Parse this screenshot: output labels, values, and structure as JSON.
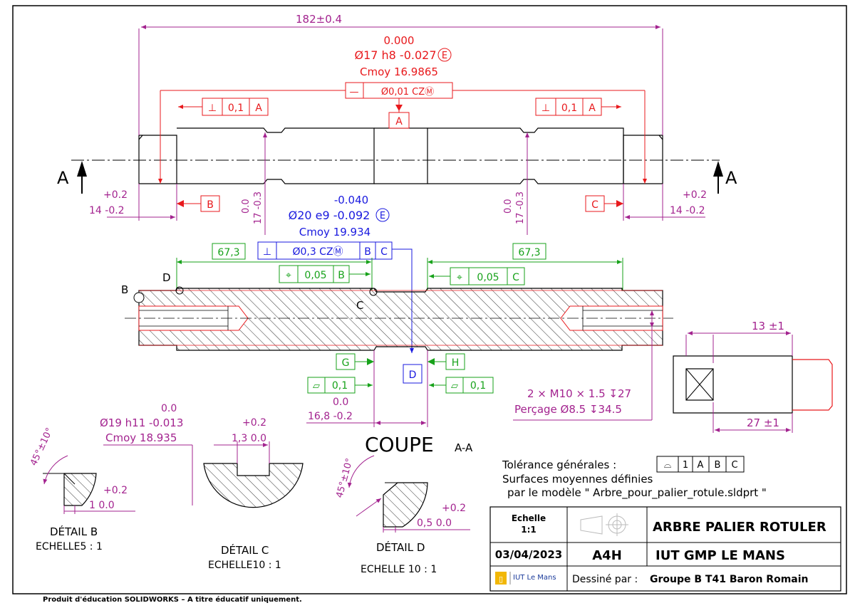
{
  "colors": {
    "red": "#e8191c",
    "magenta": "#a3238f",
    "blue": "#1a1adf",
    "green": "#17a21a",
    "black": "#000000",
    "hatch": "#333333"
  },
  "dims": {
    "overall_length": "182±0.4",
    "d17_upper": "0.000",
    "d17_main": "Ø17 h8 -0.027",
    "d17_envelope": "E",
    "d17_cmoy": "Cmoy 16.9865",
    "left_end_upper": "+0.2",
    "left_end_main": "14 -0.2",
    "right_end_upper": "+0.2",
    "right_end_main": "14 -0.2",
    "groove_left_upper": "0.0",
    "groove_left_main": "17 -0.3",
    "groove_right_upper": "0.0",
    "groove_right_main": "17 -0.3",
    "d20_upper": "-0.040",
    "d20_main": "Ø20 e9 -0.092",
    "d20_envelope": "E",
    "d20_cmoy": "Cmoy 19.934",
    "left_67": "67,3",
    "right_67": "67,3",
    "center_upper": "0.0",
    "center_main": "16,8 -0.2",
    "thread_line1": "2 × M10 × 1.5 ↧27",
    "thread_line2": "Perçage Ø8.5 ↧34.5",
    "side_top": "13 ±1",
    "side_bottom": "27 ±1"
  },
  "fcf": {
    "top_center": [
      "—",
      "Ø0,01 CZⓂ"
    ],
    "top_left": [
      "⊥",
      "0,1",
      "A"
    ],
    "top_right": [
      "⊥",
      "0,1",
      "A"
    ],
    "mid_blue": [
      "⊥",
      "Ø0,3 CZⓂ",
      "B",
      "C"
    ],
    "pos_left": [
      "⌖",
      "0,05",
      "B"
    ],
    "pos_right": [
      "⌖",
      "0,05",
      "C"
    ],
    "flat_left": [
      "▱",
      "0,1"
    ],
    "flat_right": [
      "▱",
      "0,1"
    ],
    "general": [
      "⌓",
      "1",
      "A",
      "B",
      "C"
    ]
  },
  "datums": {
    "A": "A",
    "B": "B",
    "C": "C",
    "D": "D",
    "G": "G",
    "H": "H"
  },
  "section": {
    "arrow_left": "A",
    "arrow_right": "A",
    "title": "COUPE",
    "suffix": "A-A",
    "circle_b": "B",
    "circle_c": "C",
    "circle_d": "D"
  },
  "detail_b": {
    "angle": "45°±10°",
    "upper": "+0.2",
    "main": "1 0.0",
    "title": "DÉTAIL B",
    "scale": "ECHELLE5 : 1"
  },
  "detail_c": {
    "d19_upper": "0.0",
    "d19_main": "Ø19 h11 -0.013",
    "d19_cmoy": "Cmoy 18.935",
    "groove_upper": "+0.2",
    "groove_main": "1,3 0.0",
    "title": "DÉTAIL C",
    "scale": "ECHELLE10 : 1"
  },
  "detail_d": {
    "angle": "45°±10°",
    "upper": "+0.2",
    "main": "0,5 0.0",
    "title": "DÉTAIL D",
    "scale": "ECHELLE 10 : 1"
  },
  "notes": {
    "general_label": "Tolérance générales :",
    "line2": "Surfaces moyennes définies",
    "line3": "par le modèle \" Arbre_pour_palier_rotule.sldprt \""
  },
  "title_block": {
    "scale_label": "Echelle",
    "scale_value": "1:1",
    "title": "ARBRE PALIER ROTULER",
    "date": "03/04/2023",
    "format": "A4H",
    "school": "IUT GMP LE MANS",
    "logo_text": "IUT Le Mans",
    "drawn_by_label": "Dessiné par :",
    "drawn_by": "Groupe B T41 Baron Romain"
  },
  "footer": "Produit d'éducation SOLIDWORKS – A titre éducatif uniquement."
}
